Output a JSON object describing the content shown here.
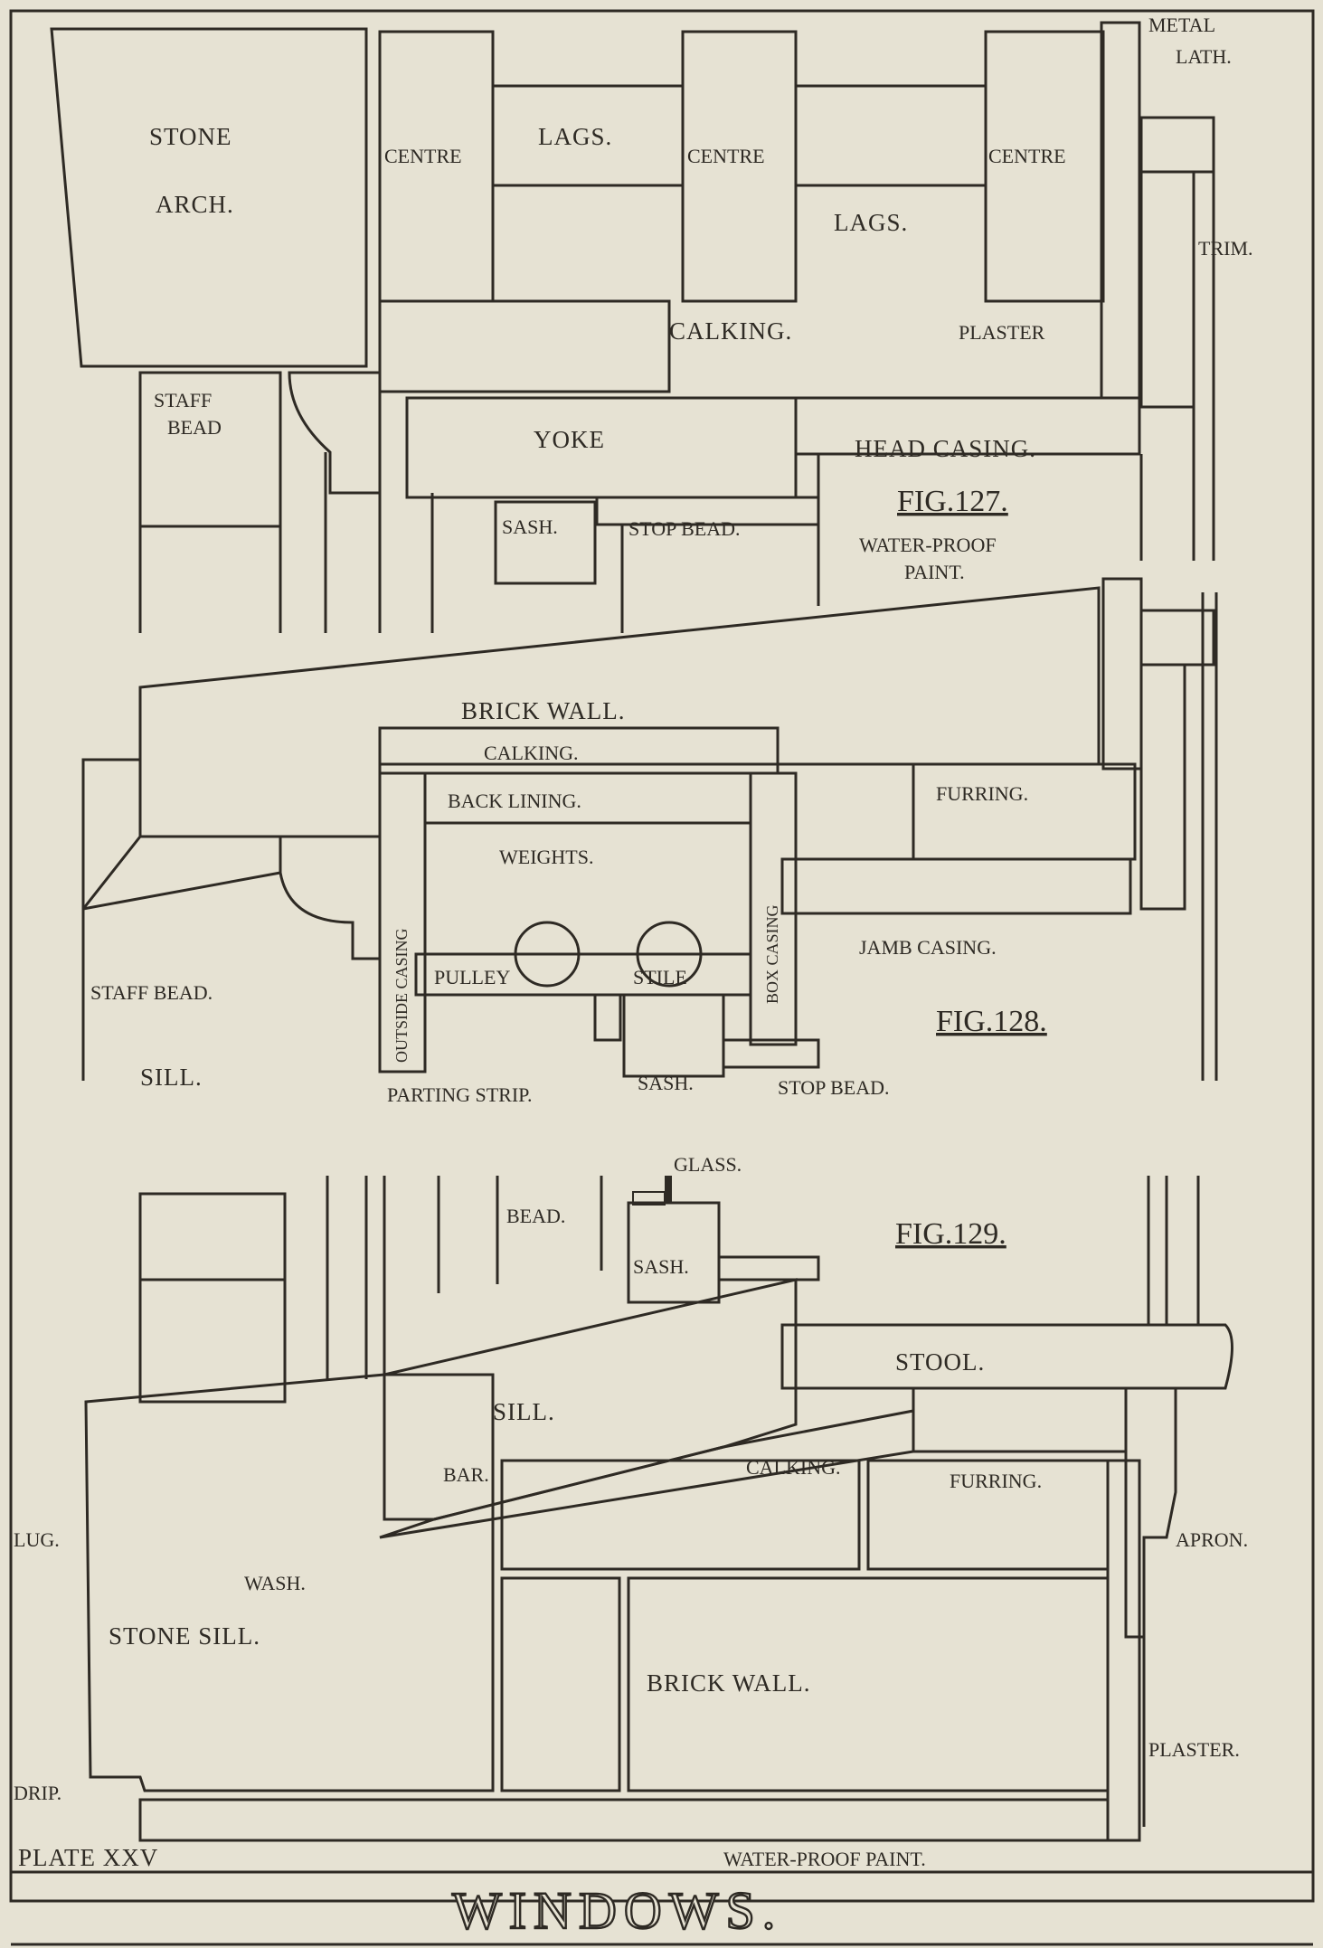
{
  "plate": {
    "plate_number": "PLATE XXV",
    "title": "WINDOWS."
  },
  "fig127": {
    "caption": "FIG.127.",
    "labels": {
      "stone_arch_1": "STONE",
      "stone_arch_2": "ARCH.",
      "lags_1": "LAGS.",
      "lags_2": "LAGS.",
      "centre_1": "CENTRE",
      "centre_2": "CENTRE",
      "centre_3": "CENTRE",
      "metal_lath_1": "METAL",
      "metal_lath_2": "LATH.",
      "trim": "TRIM.",
      "calking": "CALKING.",
      "plaster": "PLASTER",
      "staff_bead_1": "STAFF",
      "staff_bead_2": "BEAD",
      "yoke": "YOKE",
      "head_casing": "HEAD CASING.",
      "sash": "SASH.",
      "stop_bead": "STOP BEAD."
    }
  },
  "fig128": {
    "caption": "FIG.128.",
    "labels": {
      "waterproof_1": "WATER-PROOF",
      "waterproof_2": "PAINT.",
      "brick_wall": "BRICK WALL.",
      "calking": "CALKING.",
      "back_lining": "BACK LINING.",
      "furring": "FURRING.",
      "weights": "WEIGHTS.",
      "outside_casing": "OUTSIDE CASING",
      "box_casing": "BOX CASING",
      "jamb_casing": "JAMB CASING.",
      "staff_bead": "STAFF BEAD.",
      "pulley_stile_1": "PULLEY",
      "pulley_stile_2": "STILE",
      "sill": "SILL.",
      "parting_strip": "PARTING STRIP.",
      "sash": "SASH.",
      "stop_bead": "STOP BEAD."
    }
  },
  "fig129": {
    "caption": "FIG.129.",
    "labels": {
      "glass": "GLASS.",
      "bead": "BEAD.",
      "sash": "SASH.",
      "sill": "SILL.",
      "stool": "STOOL.",
      "bar": "BAR.",
      "calking": "CALKING.",
      "furring": "FURRING.",
      "lug": "LUG.",
      "wash": "WASH.",
      "apron": "APRON.",
      "stone_sill": "STONE SILL.",
      "brick_wall": "BRICK WALL.",
      "plaster": "PLASTER.",
      "drip": "DRIP.",
      "waterproof": "WATER-PROOF PAINT."
    }
  }
}
